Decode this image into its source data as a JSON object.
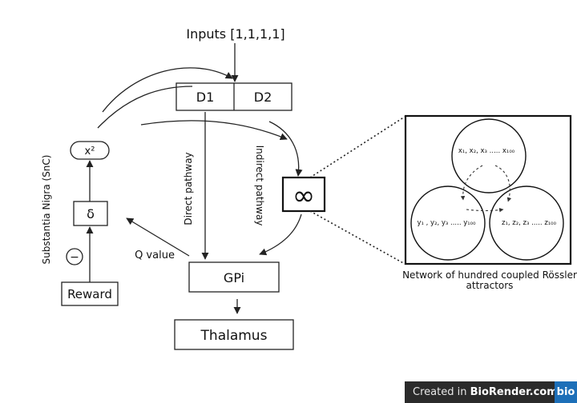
{
  "inputs_label": "Inputs [1,1,1,1]",
  "d1": "D1",
  "d2": "D2",
  "snc_label": "Substantia Nigra (SnC)",
  "x_squared": "x²",
  "delta": "δ",
  "minus": "−",
  "reward": "Reward",
  "q_value": "Q value",
  "direct_pathway": "Direct pathway",
  "indirect_pathway": "Indirect pathway",
  "infinity": "∞",
  "gpi": "GPi",
  "thalamus": "Thalamus",
  "network": {
    "x_label": "x₁, x₂, x₃ ..... x₁₀₀",
    "y_label": "y₁ , y₂, y₃ ..... y₁₀₀",
    "z_label": "z₁, z₂, z₃ ..... z₁₀₀",
    "caption_line1": "Network of hundred coupled Rössler",
    "caption_line2": "attractors"
  },
  "badge": {
    "prefix": "Created in ",
    "brand": "BioRender.com",
    "logo": "bio"
  }
}
